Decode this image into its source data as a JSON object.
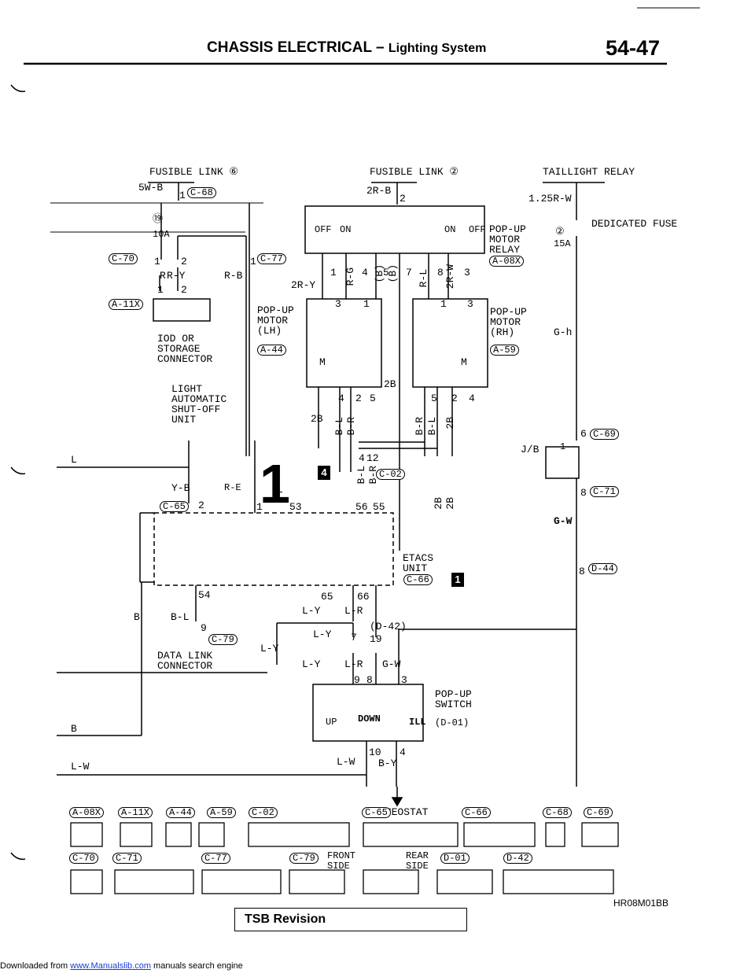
{
  "header": {
    "section": "CHASSIS ELECTRICAL",
    "dash": "–",
    "subsection": "Lighting System",
    "page_number": "54-47"
  },
  "components": {
    "fusible_link_6": "FUSIBLE LINK ⑥",
    "fusible_link_2": "FUSIBLE LINK ②",
    "taillight_relay": "TAILLIGHT RELAY",
    "dedicated_fuse": "DEDICATED FUSE",
    "fuse_19": "⑲",
    "fuse_19_rating": "10A",
    "fuse_2": "②",
    "fuse_2_rating": "15A",
    "popup_motor_relay": "POP-UP MOTOR RELAY",
    "popup_motor_lh": "POP-UP MOTOR (LH)",
    "popup_motor_rh": "POP-UP MOTOR (RH)",
    "iod_connector": "IOD OR STORAGE CONNECTOR",
    "light_auto_shutoff": "LIGHT AUTOMATIC SHUT-OFF UNIT",
    "etacs_unit": "ETACS UNIT",
    "jb": "J/B",
    "data_link_connector": "DATA LINK CONNECTOR",
    "popup_switch": "POP-UP SWITCH",
    "switch_up": "UP",
    "switch_down": "DOWN",
    "switch_ill": "ILL",
    "rheostat": "RHEOSTAT",
    "motor_symbol": "M",
    "relay_off": "OFF",
    "relay_on": "ON"
  },
  "connectors": {
    "c68": "C-68",
    "c70": "C-70",
    "c77": "C-77",
    "a11x": "A-11X",
    "a08x": "A-08X",
    "a44": "A-44",
    "a59": "A-59",
    "c02": "C-02",
    "c65": "C-65",
    "c66": "C-66",
    "c69": "C-69",
    "c71": "C-71",
    "d44": "D-44",
    "c79": "C-79",
    "d42": "D-42",
    "d01": "D-01"
  },
  "wires": {
    "w_5wb": "5W-B",
    "w_2rb": "2R-B",
    "w_125rw": "1.25R-W",
    "w_r": "R",
    "w_ry": "R-Y",
    "w_rb": "R-B",
    "w_2ry": "2R-Y",
    "w_rg": "R-G",
    "w_b": "(B)",
    "w_rl": "R-L",
    "w_2rw": "2R-W",
    "w_2b": "2B",
    "w_bl": "B-L",
    "w_br": "B-R",
    "w_gh": "G-h",
    "w_gw": "G-W",
    "w_l": "L",
    "w_yb": "Y-B",
    "w_re": "R-E",
    "w_ly": "L-Y",
    "w_lr": "L-R",
    "w_bplain": "B",
    "w_lw": "L-W",
    "w_by": "B-Y",
    "w_lyb": "L-Y",
    "w_gw2": "G-W"
  },
  "pins": {
    "p1": "1",
    "p2": "2",
    "p3": "3",
    "p4": "4",
    "p5": "5",
    "p6": "6",
    "p7": "7",
    "p8": "8",
    "p9": "9",
    "p10": "10",
    "p12": "12",
    "p19": "19",
    "p53": "53",
    "p54": "54",
    "p55": "55",
    "p56": "56",
    "p65": "65",
    "p66": "66",
    "d42_text": "(D-42)",
    "d01_text": "(D-01)"
  },
  "connector_legend": {
    "row1": [
      "A-08X",
      "A-11X",
      "A-44",
      "A-59",
      "C-02",
      "C-65",
      "C-66",
      "C-68",
      "C-69"
    ],
    "row2": [
      "C-70",
      "C-71",
      "C-77",
      "C-79",
      "D-01",
      "D-42"
    ],
    "front_side": "FRONT SIDE",
    "rear_side": "REAR SIDE"
  },
  "marks": {
    "big_one": "1",
    "box_4": "4",
    "box_1": "1"
  },
  "figure_id": "HR08M01BB",
  "tsb": "TSB Revision",
  "footer": {
    "prefix": "Downloaded from",
    "link": "www.Manualslib.com",
    "suffix": "manuals search engine"
  }
}
